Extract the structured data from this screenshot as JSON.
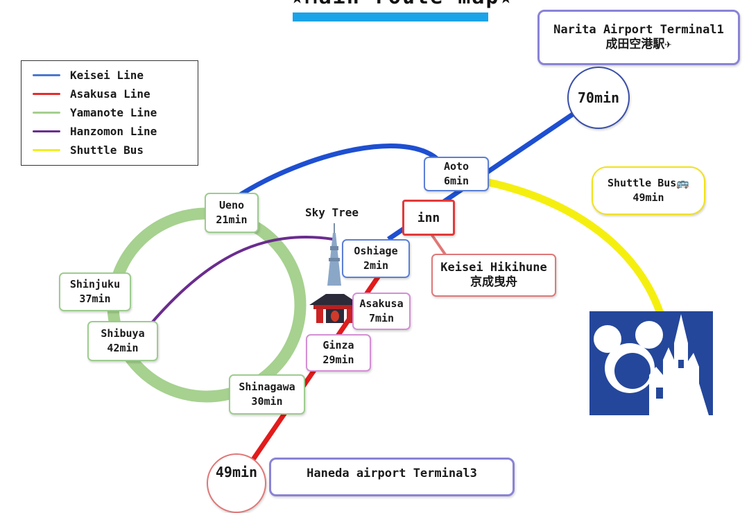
{
  "title": "★Main route map★",
  "legend": [
    {
      "label": "Keisei Line",
      "color": "#4a78cf"
    },
    {
      "label": "Asakusa Line",
      "color": "#e62b2b"
    },
    {
      "label": "Yamanote Line",
      "color": "#a5cf8e"
    },
    {
      "label": "Hanzomon Line",
      "color": "#6a2e8e"
    },
    {
      "label": "Shuttle Bus",
      "color": "#f2ee21"
    }
  ],
  "colors": {
    "keisei": "#1e4fd1",
    "asakusa": "#e21b1b",
    "yamanote": "#a6d18f",
    "hanzomon": "#6a2c8f",
    "shuttle": "#f5ef10",
    "accent_bar": "#1ba3e8",
    "disney_bg": "#24479b"
  },
  "stations": {
    "narita": {
      "name": "Narita Airport Terminal1",
      "jp": "成田空港駅✈"
    },
    "aoto": {
      "name": "Aoto",
      "time": "6min"
    },
    "ueno": {
      "name": "Ueno",
      "time": "21min"
    },
    "inn": {
      "name": "inn"
    },
    "oshiage": {
      "name": "Oshiage",
      "time": "2min"
    },
    "keisei_hikifune": {
      "name": "Keisei Hikihune",
      "jp": "京成曳舟"
    },
    "shinjuku": {
      "name": "Shinjuku",
      "time": "37min"
    },
    "shibuya": {
      "name": "Shibuya",
      "time": "42min"
    },
    "asakusa": {
      "name": "Asakusa",
      "time": "7min"
    },
    "ginza": {
      "name": "Ginza",
      "time": "29min"
    },
    "shinagawa": {
      "name": "Shinagawa",
      "time": "30min"
    },
    "haneda": {
      "name": "Haneda airport Terminal3"
    }
  },
  "shuttle_bus": {
    "name": "Shuttle Bus🚌",
    "time": "49min"
  },
  "narita_time": "70min",
  "haneda_time": "49min",
  "sky_tree_label": "Sky Tree",
  "icons": [
    "sky-tree-icon",
    "kaminarimon-gate-icon",
    "disney-castle-icon",
    "airplane-icon",
    "bus-icon"
  ]
}
